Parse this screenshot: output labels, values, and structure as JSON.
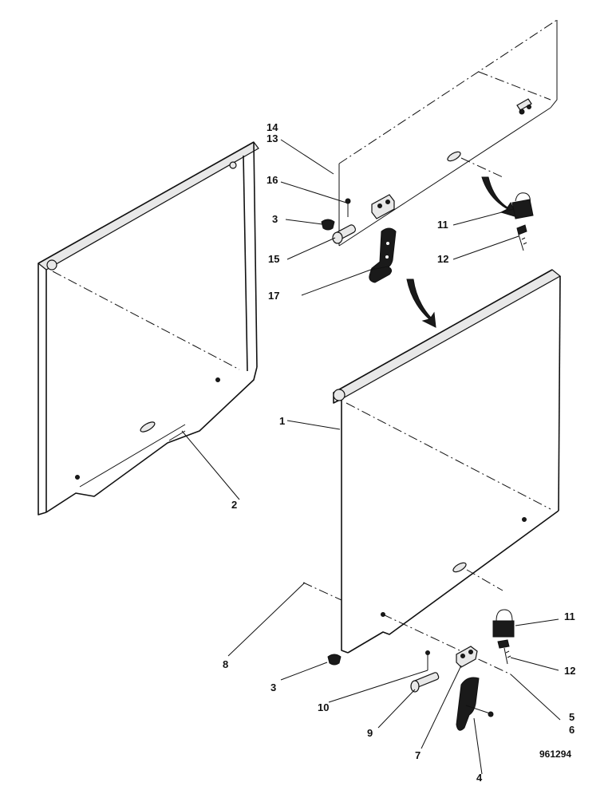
{
  "drawing_code": "961294",
  "callouts": {
    "c1": "1",
    "c2": "2",
    "c3a": "3",
    "c3b": "3",
    "c4": "4",
    "c5": "5",
    "c6": "6",
    "c7": "7",
    "c8": "8",
    "c9": "9",
    "c10": "10",
    "c11a": "11",
    "c11b": "11",
    "c12a": "12",
    "c12b": "12",
    "c13": "13",
    "c14": "14",
    "c15": "15",
    "c16": "16",
    "c17": "17"
  },
  "icons": {
    "padlock": "padlock-icon",
    "key": "key-icon",
    "t_handle": "t-handle-icon",
    "rubber_buffer": "rubber-buffer-icon",
    "hinge_pin": "hinge-pin-icon",
    "split_pin": "split-pin-icon",
    "hasp_bracket": "hasp-bracket-icon"
  }
}
